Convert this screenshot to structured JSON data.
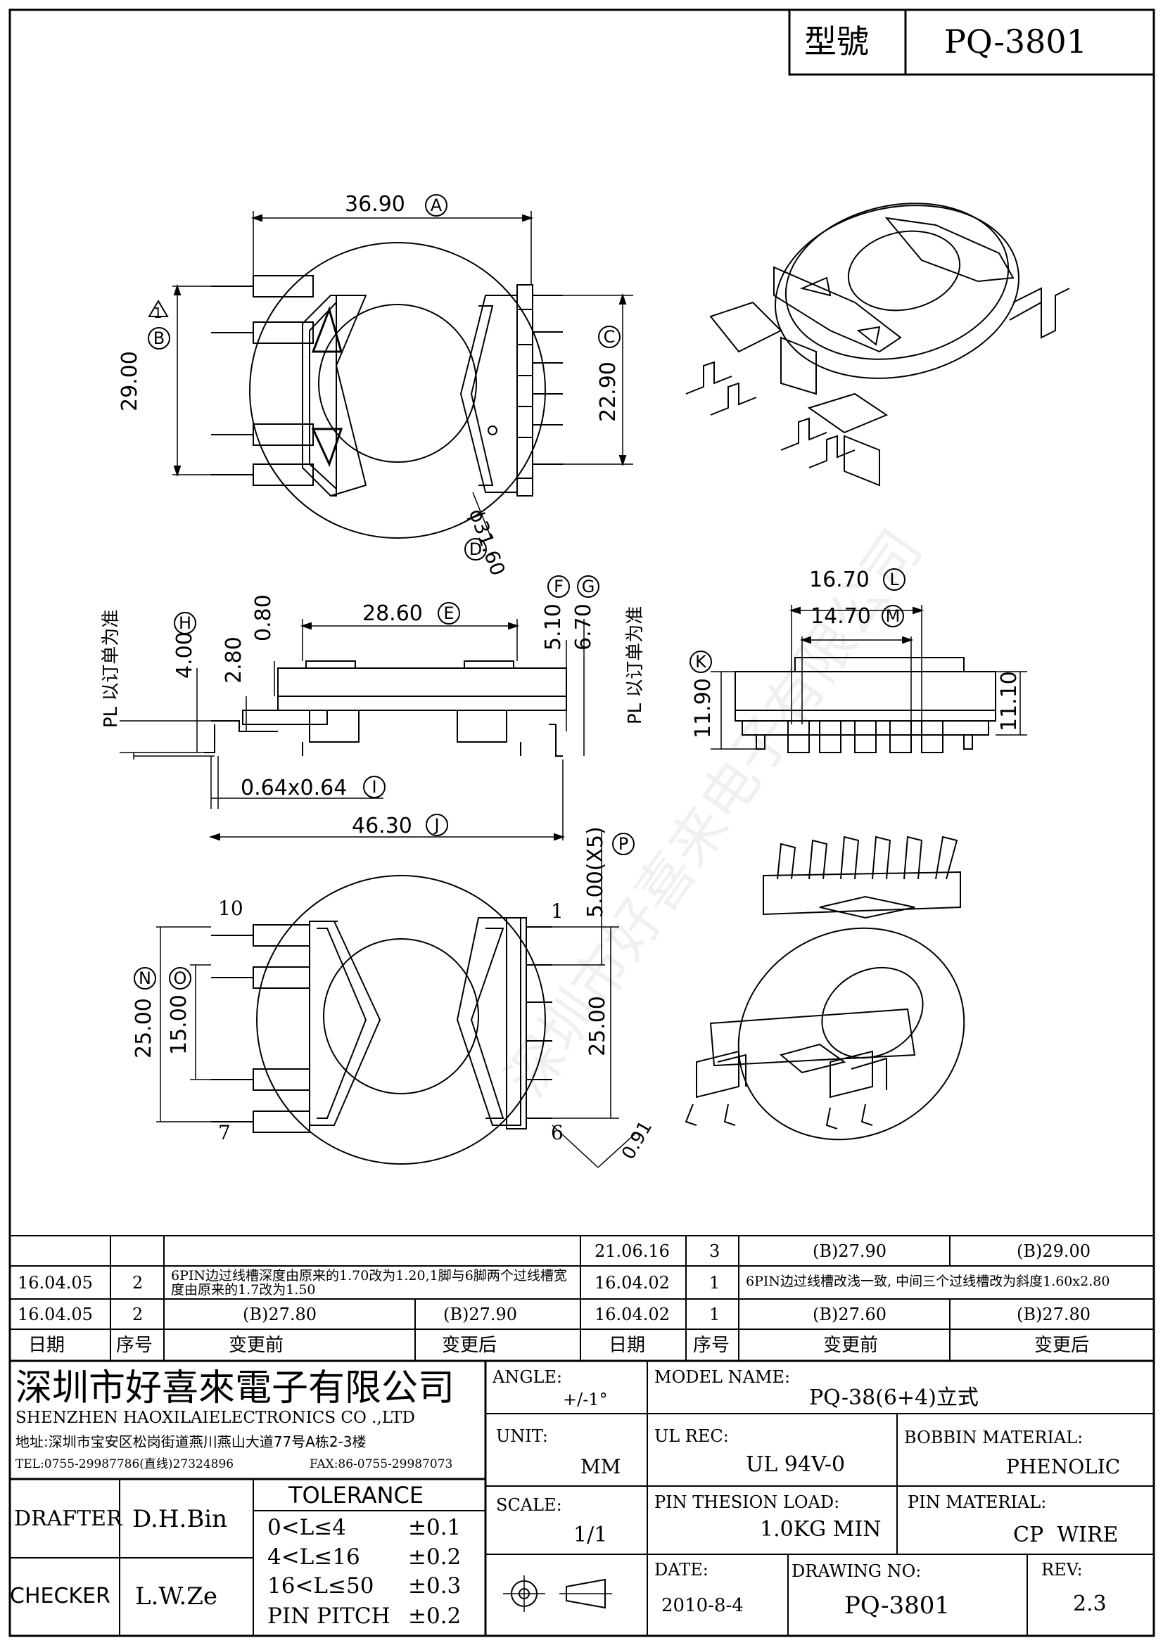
{
  "header": {
    "model_label": "型號",
    "model_value": "PQ-3801"
  },
  "drawing": {
    "top_view": {
      "width": "36.90",
      "width_tag": "A",
      "height": "29.00",
      "height_tag": "B",
      "revision_mark": "1",
      "pin_span": "22.90",
      "pin_span_tag": "C",
      "diameter": "ϕ31.60",
      "diameter_tag": "D"
    },
    "side_view": {
      "pl_note_left": "PL 以订单为准",
      "pl_note_right": "PL 以订单为准",
      "flange": "28.60",
      "flange_tag": "E",
      "h_a": "5.10",
      "h_a_tag": "F",
      "h_b": "6.70",
      "h_b_tag": "G",
      "h_c": "4.00",
      "h_c_tag": "H",
      "h_d": "2.80",
      "h_e": "0.80",
      "pin_section": "0.64x0.64",
      "pin_section_tag": "I",
      "overall": "46.30",
      "overall_tag": "J"
    },
    "end_view": {
      "outer": "16.70",
      "outer_tag": "L",
      "inner": "14.70",
      "inner_tag": "M",
      "h_total": "11.90",
      "h_total_tag": "K",
      "h_body": "11.10"
    },
    "bottom_view": {
      "pitch": "5.00(X5)",
      "pitch_tag": "P",
      "row_left": "25.00",
      "row_left_tag": "N",
      "row_inner": "15.00",
      "row_inner_tag": "O",
      "row_right": "25.00",
      "pin_offset": "0.91",
      "pin_1": "1",
      "pin_6": "6",
      "pin_7": "7",
      "pin_10": "10"
    },
    "watermark": "深圳市好喜来电子有限公司"
  },
  "revisions": {
    "rows": [
      {
        "date_l": "",
        "seq_l": "",
        "before_l": "",
        "after_l": "",
        "date_r": "21.06.16",
        "seq_r": "3",
        "before_r": "(B)27.90",
        "after_r": "(B)29.00"
      },
      {
        "date_l": "16.04.05",
        "seq_l": "2",
        "before_l": "6PIN边过线槽深度由原来的1.70改为1.20,1脚与6脚两个过线槽宽度由原来的1.7改为1.50",
        "after_l": "",
        "date_r": "16.04.02",
        "seq_r": "1",
        "before_r": "6PIN边过线槽改浅一致, 中间三个过线槽改为斜度1.60x2.80",
        "after_r": ""
      },
      {
        "date_l": "16.04.05",
        "seq_l": "2",
        "before_l": "(B)27.80",
        "after_l": "(B)27.90",
        "date_r": "16.04.02",
        "seq_r": "1",
        "before_r": "(B)27.60",
        "after_r": "(B)27.80"
      }
    ],
    "headers": {
      "date": "日期",
      "seq": "序号",
      "before": "变更前",
      "after": "变更后"
    }
  },
  "title_block": {
    "company_cn": "深圳市好喜來電子有限公司",
    "company_en": "SHENZHEN HAOXILAIELECTRONICS CO .,LTD",
    "address": "地址:深圳市宝安区松岗街道燕川燕山大道77号A栋2-3楼",
    "tel": "TEL:0755-29987786(直线)27324896",
    "fax": "FAX:86-0755-29987073",
    "angle_label": "ANGLE:",
    "angle_value": "+/-1°",
    "model_name_label": "MODEL NAME:",
    "model_name_value": "PQ-38(6+4)立式",
    "unit_label": "UNIT:",
    "unit_value": "MM",
    "ul_label": "UL REC:",
    "ul_value": "UL 94V-0",
    "bobbin_label": "BOBBIN MATERIAL:",
    "bobbin_value": "PHENOLIC",
    "scale_label": "SCALE:",
    "scale_value": "1/1",
    "pin_load_label": "PIN THESION LOAD:",
    "pin_load_value": "1.0KG MIN",
    "pin_mat_label": "PIN MATERIAL:",
    "pin_mat_value": "CP  WIRE",
    "date_label": "DATE:",
    "date_value": "2010-8-4",
    "drawing_no_label": "DRAWING NO:",
    "drawing_no_value": "PQ-3801",
    "rev_label": "REV:",
    "rev_value": "2.3",
    "drafter_label": "DRAFTER",
    "drafter_value": "D.H.Bin",
    "checker_label": "CHECKER",
    "checker_value": "L.W.Ze",
    "tolerance_title": "TOLERANCE",
    "tolerance": [
      {
        "range": "0<L≤4",
        "tol": "±0.1"
      },
      {
        "range": "4<L≤16",
        "tol": "±0.2"
      },
      {
        "range": "16<L≤50",
        "tol": "±0.3"
      },
      {
        "range": "PIN PITCH",
        "tol": "±0.2"
      }
    ]
  }
}
